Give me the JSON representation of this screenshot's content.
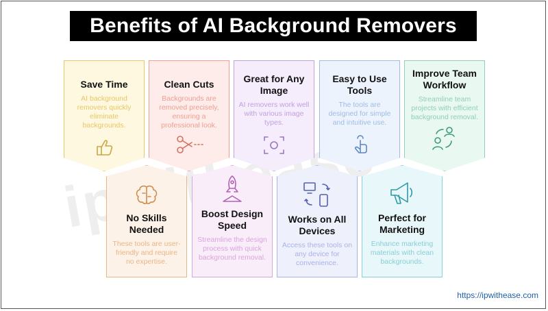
{
  "title": "Benefits of AI Background Removers",
  "watermark": "ipwithease",
  "footer_url": "https://ipwithease.com",
  "cards": [
    {
      "title": "Save Time",
      "desc": "AI background removers quickly eliminate backgrounds.",
      "icon": "hand-thumb-icon",
      "color": "#e9c766",
      "bg": "#fdf8df"
    },
    {
      "title": "Clean Cuts",
      "desc": "Backgrounds are removed precisely, ensuring a professional look.",
      "icon": "scissors-icon",
      "color": "#ee9f8f",
      "bg": "#fdecea"
    },
    {
      "title": "Great for Any Image",
      "desc": "AI removers work well with various image types.",
      "icon": "focus-icon",
      "color": "#c3a0de",
      "bg": "#f5ecfc"
    },
    {
      "title": "Easy to Use Tools",
      "desc": "The tools are designed for simple and intuitive use.",
      "icon": "touch-icon",
      "color": "#9dbde6",
      "bg": "#edf3fc"
    },
    {
      "title": "Improve Team Workflow",
      "desc": "Streamline team projects with efficient background removal.",
      "icon": "team-icon",
      "color": "#8fd0b8",
      "bg": "#e9f8f1"
    },
    {
      "title": "No Skills Needed",
      "desc": "These tools are user-friendly and require no expertise.",
      "icon": "brain-icon",
      "color": "#eab586",
      "bg": "#fdf2e7"
    },
    {
      "title": "Boost Design Speed",
      "desc": "Streamline the design process with quick background removal.",
      "icon": "rocket-icon",
      "color": "#d9a5dc",
      "bg": "#f9edf9"
    },
    {
      "title": "Works on All Devices",
      "desc": "Access these tools on any device for convenience.",
      "icon": "devices-icon",
      "color": "#a9b3e6",
      "bg": "#eef0fb"
    },
    {
      "title": "Perfect for Marketing",
      "desc": "Enhance marketing materials with clean backgrounds.",
      "icon": "megaphone-icon",
      "color": "#88cfd8",
      "bg": "#e8f7f9"
    }
  ]
}
